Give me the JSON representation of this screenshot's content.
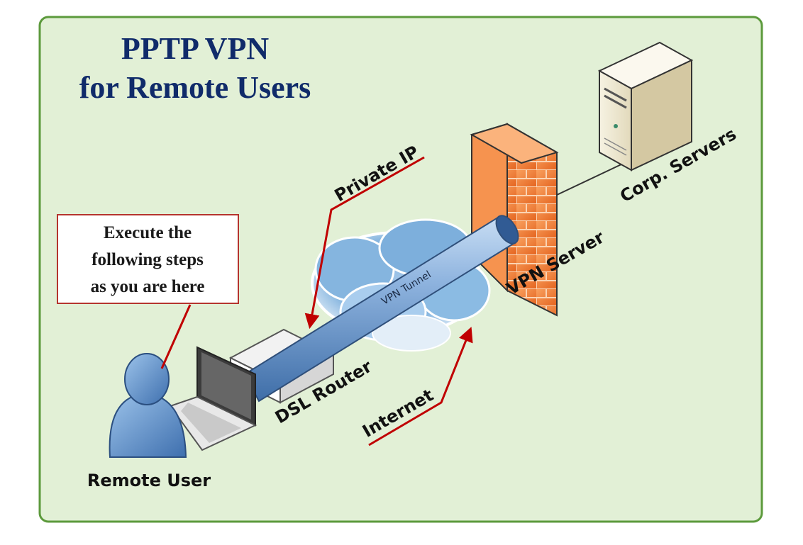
{
  "title": {
    "line1": "PPTP VPN",
    "line2": "for Remote Users"
  },
  "callout": {
    "line1": "Execute the",
    "line2": "following steps",
    "line3": "as you are here"
  },
  "labels": {
    "remote_user": "Remote User",
    "dsl_router": "DSL Router",
    "internet": "Internet",
    "private_ip": "Private IP",
    "vpn_tunnel": "VPN Tunnel",
    "vpn_server": "VPN Server",
    "corp_servers": "Corp. Servers"
  },
  "colors": {
    "panel_background": "#e2f0d6",
    "panel_border": "#5c9a3c",
    "title": "#102b6a",
    "arrow": "#c00000",
    "callout_border": "#b5342e",
    "tunnel": "#5b86bd",
    "firewall": "#f07a33"
  },
  "icons": [
    "user-icon",
    "laptop-icon",
    "router-icon",
    "cloud-icon",
    "firewall-icon",
    "server-icon"
  ]
}
